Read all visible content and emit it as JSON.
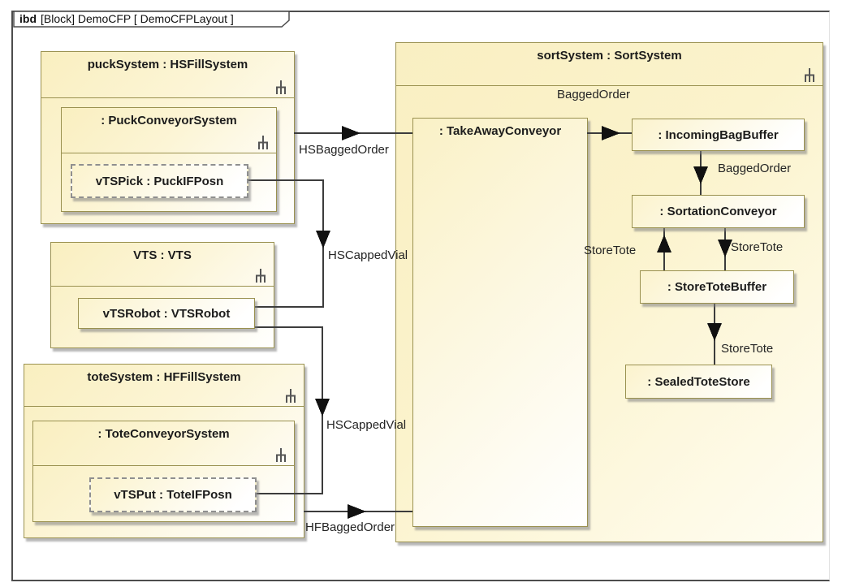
{
  "diagram": {
    "tab": {
      "keyword": "ibd",
      "context": "[Block] DemoCFP [ DemoCFPLayout ]"
    }
  },
  "blocks": {
    "puck_system": "puckSystem : HSFillSystem",
    "puck_conveyor_system": ": PuckConveyorSystem",
    "vts_pick": "vTSPick : PuckIFPosn",
    "vts": "VTS : VTS",
    "vts_robot": "vTSRobot : VTSRobot",
    "tote_system": "toteSystem : HFFillSystem",
    "tote_conveyor_system": ": ToteConveyorSystem",
    "vts_put": "vTSPut : ToteIFPosn",
    "sort_system": "sortSystem : SortSystem",
    "take_away_conveyor": ": TakeAwayConveyor",
    "incoming_bag_buffer": ": IncomingBagBuffer",
    "sortation_conveyor": ": SortationConveyor",
    "store_tote_buffer": ": StoreToteBuffer",
    "sealed_tote_store": ": SealedToteStore"
  },
  "connector_labels": {
    "hs_bagged_order": "HSBaggedOrder",
    "hs_capped_vial_1": "HSCappedVial",
    "hs_capped_vial_2": "HSCappedVial",
    "hf_bagged_order": "HFBaggedOrder",
    "bagged_order_top": "BaggedOrder",
    "bagged_order_mid": "BaggedOrder",
    "store_tote_up": "StoreTote",
    "store_tote_down": "StoreTote",
    "store_tote_store": "StoreTote"
  },
  "colors": {
    "block_border": "#9a9150",
    "block_fill_start": "#f9efc0",
    "block_fill_end": "#ffffff",
    "connector_line": "#3c3c3c",
    "arrowhead": "#111111",
    "frame_border": "#4d4d4d",
    "shadow": "#7d7d7d",
    "text": "#1c1c1c"
  }
}
